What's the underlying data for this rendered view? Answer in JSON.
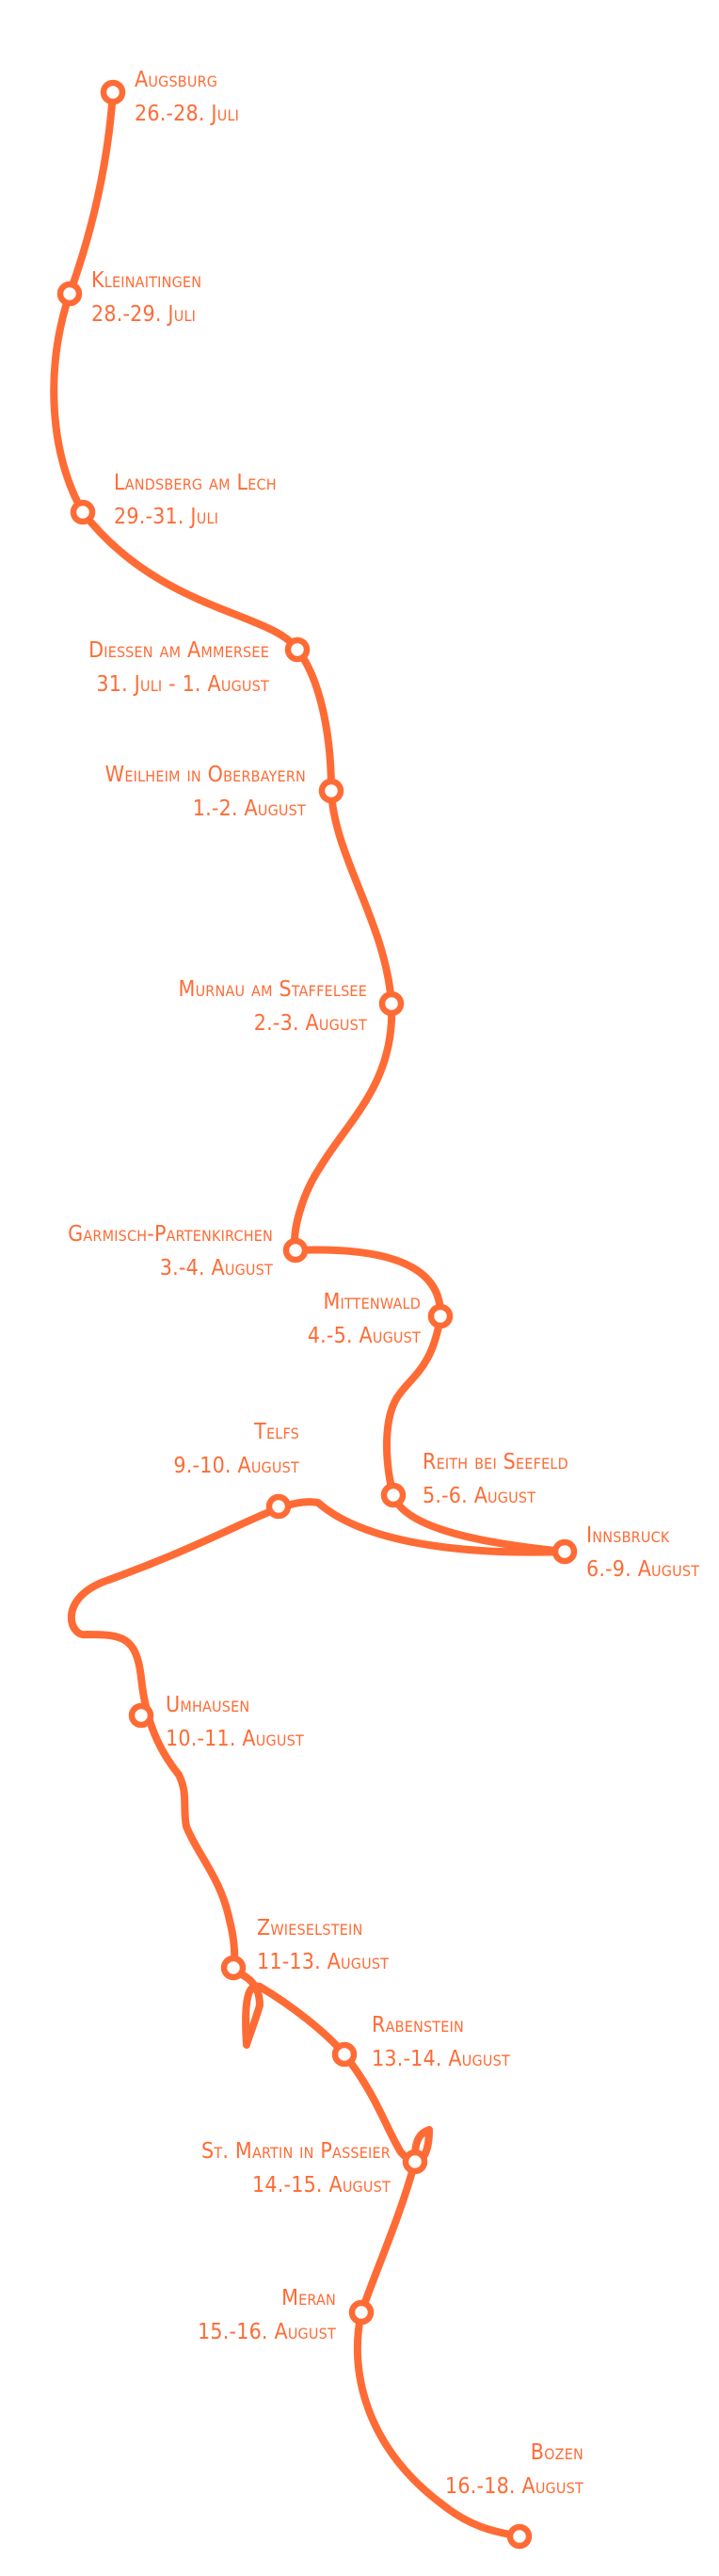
{
  "colors": {
    "route": "#ff6b35",
    "text": "#ff6b35",
    "marker_fill": "#ffffff",
    "background": "#ffffff"
  },
  "stops": [
    {
      "id": "augsburg",
      "name": "Augsburg",
      "dates": "26.-28. Juli"
    },
    {
      "id": "kleinaitingen",
      "name": "Kleinaitingen",
      "dates": "28.-29. Juli"
    },
    {
      "id": "landsberg",
      "name": "Landsberg am Lech",
      "dates": "29.-31. Juli"
    },
    {
      "id": "diessen",
      "name": "Dießen am Ammersee",
      "dates": "31. Juli - 1. August"
    },
    {
      "id": "weilheim",
      "name": "Weilheim in Oberbayern",
      "dates": "1.-2. August"
    },
    {
      "id": "murnau",
      "name": "Murnau am Staffelsee",
      "dates": "2.-3. August"
    },
    {
      "id": "garmisch",
      "name": "Garmisch-Partenkirchen",
      "dates": "3.-4. August"
    },
    {
      "id": "mittenwald",
      "name": "Mittenwald",
      "dates": "4.-5. August"
    },
    {
      "id": "reith",
      "name": "Reith bei Seefeld",
      "dates": "5.-6. August"
    },
    {
      "id": "innsbruck",
      "name": "Innsbruck",
      "dates": "6.-9. August"
    },
    {
      "id": "telfs",
      "name": "Telfs",
      "dates": "9.-10. August"
    },
    {
      "id": "umhausen",
      "name": "Umhausen",
      "dates": "10.-11. August"
    },
    {
      "id": "zwieselstein",
      "name": "Zwieselstein",
      "dates": "11-13. August"
    },
    {
      "id": "rabenstein",
      "name": "Rabenstein",
      "dates": "13.-14. August"
    },
    {
      "id": "st-martin",
      "name": "St. Martin in Passeier",
      "dates": "14.-15. August"
    },
    {
      "id": "meran",
      "name": "Meran",
      "dates": "15.-16. August"
    },
    {
      "id": "bozen",
      "name": "Bozen",
      "dates": "16.-18. August"
    }
  ]
}
